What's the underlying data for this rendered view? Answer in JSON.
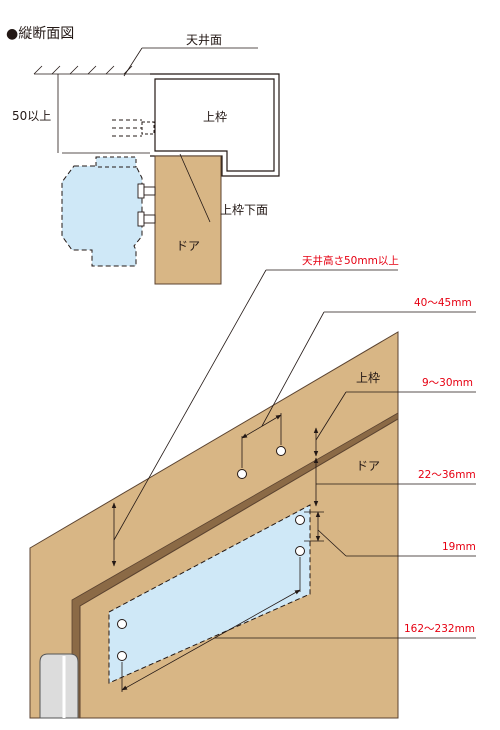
{
  "title": "●縦断面図",
  "section": {
    "ceiling_label": "天井面",
    "clearance_label": "50以上",
    "upper_frame_label": "上枠",
    "frame_underside_label": "上枠下面",
    "door_label": "ドア"
  },
  "perspective": {
    "ceiling_height_label": "天井高さ50mm以上",
    "dim_hole_pitch": "40～45mm",
    "upper_frame_label": "上枠",
    "dim_frame_offset": "9～30mm",
    "door_label": "ドア",
    "dim_door_offset": "22～36mm",
    "dim_plate_height": "19mm",
    "dim_plate_length": "162～232mm"
  },
  "colors": {
    "wood": "#d8b685",
    "wood_edge": "#5b4330",
    "bracket_fill": "#cfe8f7",
    "dimension_red": "#e60012",
    "line": "#231815"
  }
}
